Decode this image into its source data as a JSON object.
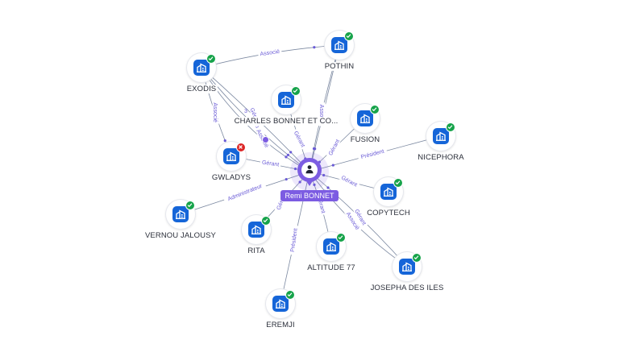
{
  "center": {
    "label": "Remi BONNET",
    "icon": "person-icon",
    "color": "#7c5ce2"
  },
  "colors": {
    "company_icon": "#1565d8",
    "active": "#16a34a",
    "inactive": "#dc2626",
    "edge_label": "#6a5bd6"
  },
  "nodes": [
    {
      "id": "exodis",
      "label": "EXODIS",
      "status": "active"
    },
    {
      "id": "pothin",
      "label": "POTHIN",
      "status": "active"
    },
    {
      "id": "charles",
      "label": "CHARLES BONNET ET CO...",
      "status": "active"
    },
    {
      "id": "fusion",
      "label": "FUSION",
      "status": "active"
    },
    {
      "id": "nicephora",
      "label": "NICEPHORA",
      "status": "active"
    },
    {
      "id": "gwladys",
      "label": "GWLADYS",
      "status": "inactive"
    },
    {
      "id": "copytech",
      "label": "COPYTECH",
      "status": "active"
    },
    {
      "id": "vernou",
      "label": "VERNOU JALOUSY",
      "status": "active"
    },
    {
      "id": "rita",
      "label": "RITA",
      "status": "active"
    },
    {
      "id": "altitude",
      "label": "ALTITUDE 77",
      "status": "active"
    },
    {
      "id": "josepha",
      "label": "JOSEPHA DES ILES",
      "status": "active"
    },
    {
      "id": "eremji",
      "label": "EREMJI",
      "status": "active"
    }
  ],
  "edges": [
    {
      "from": "exodis",
      "to": "pothin",
      "label": "Associé"
    },
    {
      "from": "exodis",
      "to": "gwladys",
      "label": "Associé"
    },
    {
      "from": "exodis",
      "to": "center",
      "label": "Président"
    },
    {
      "from": "exodis",
      "to": "center",
      "label": "Gérant"
    },
    {
      "from": "exodis",
      "to": "center",
      "label": "Associé"
    },
    {
      "from": "pothin",
      "to": "center",
      "label": "Gérant"
    },
    {
      "from": "pothin",
      "to": "center",
      "label": "Associé"
    },
    {
      "from": "charles",
      "to": "center",
      "label": "Gérant"
    },
    {
      "from": "fusion",
      "to": "center",
      "label": "Gérant"
    },
    {
      "from": "nicephora",
      "to": "center",
      "label": "Président"
    },
    {
      "from": "gwladys",
      "to": "center",
      "label": "Gérant"
    },
    {
      "from": "copytech",
      "to": "center",
      "label": "Gérant"
    },
    {
      "from": "vernou",
      "to": "center",
      "label": "Administrateur"
    },
    {
      "from": "rita",
      "to": "center",
      "label": "Gérant"
    },
    {
      "from": "altitude",
      "to": "center",
      "label": "Gérant"
    },
    {
      "from": "josepha",
      "to": "center",
      "label": "Gérant"
    },
    {
      "from": "josepha",
      "to": "center",
      "label": "Associé"
    },
    {
      "from": "eremji",
      "to": "center",
      "label": "Président"
    }
  ],
  "badge_count": "3"
}
